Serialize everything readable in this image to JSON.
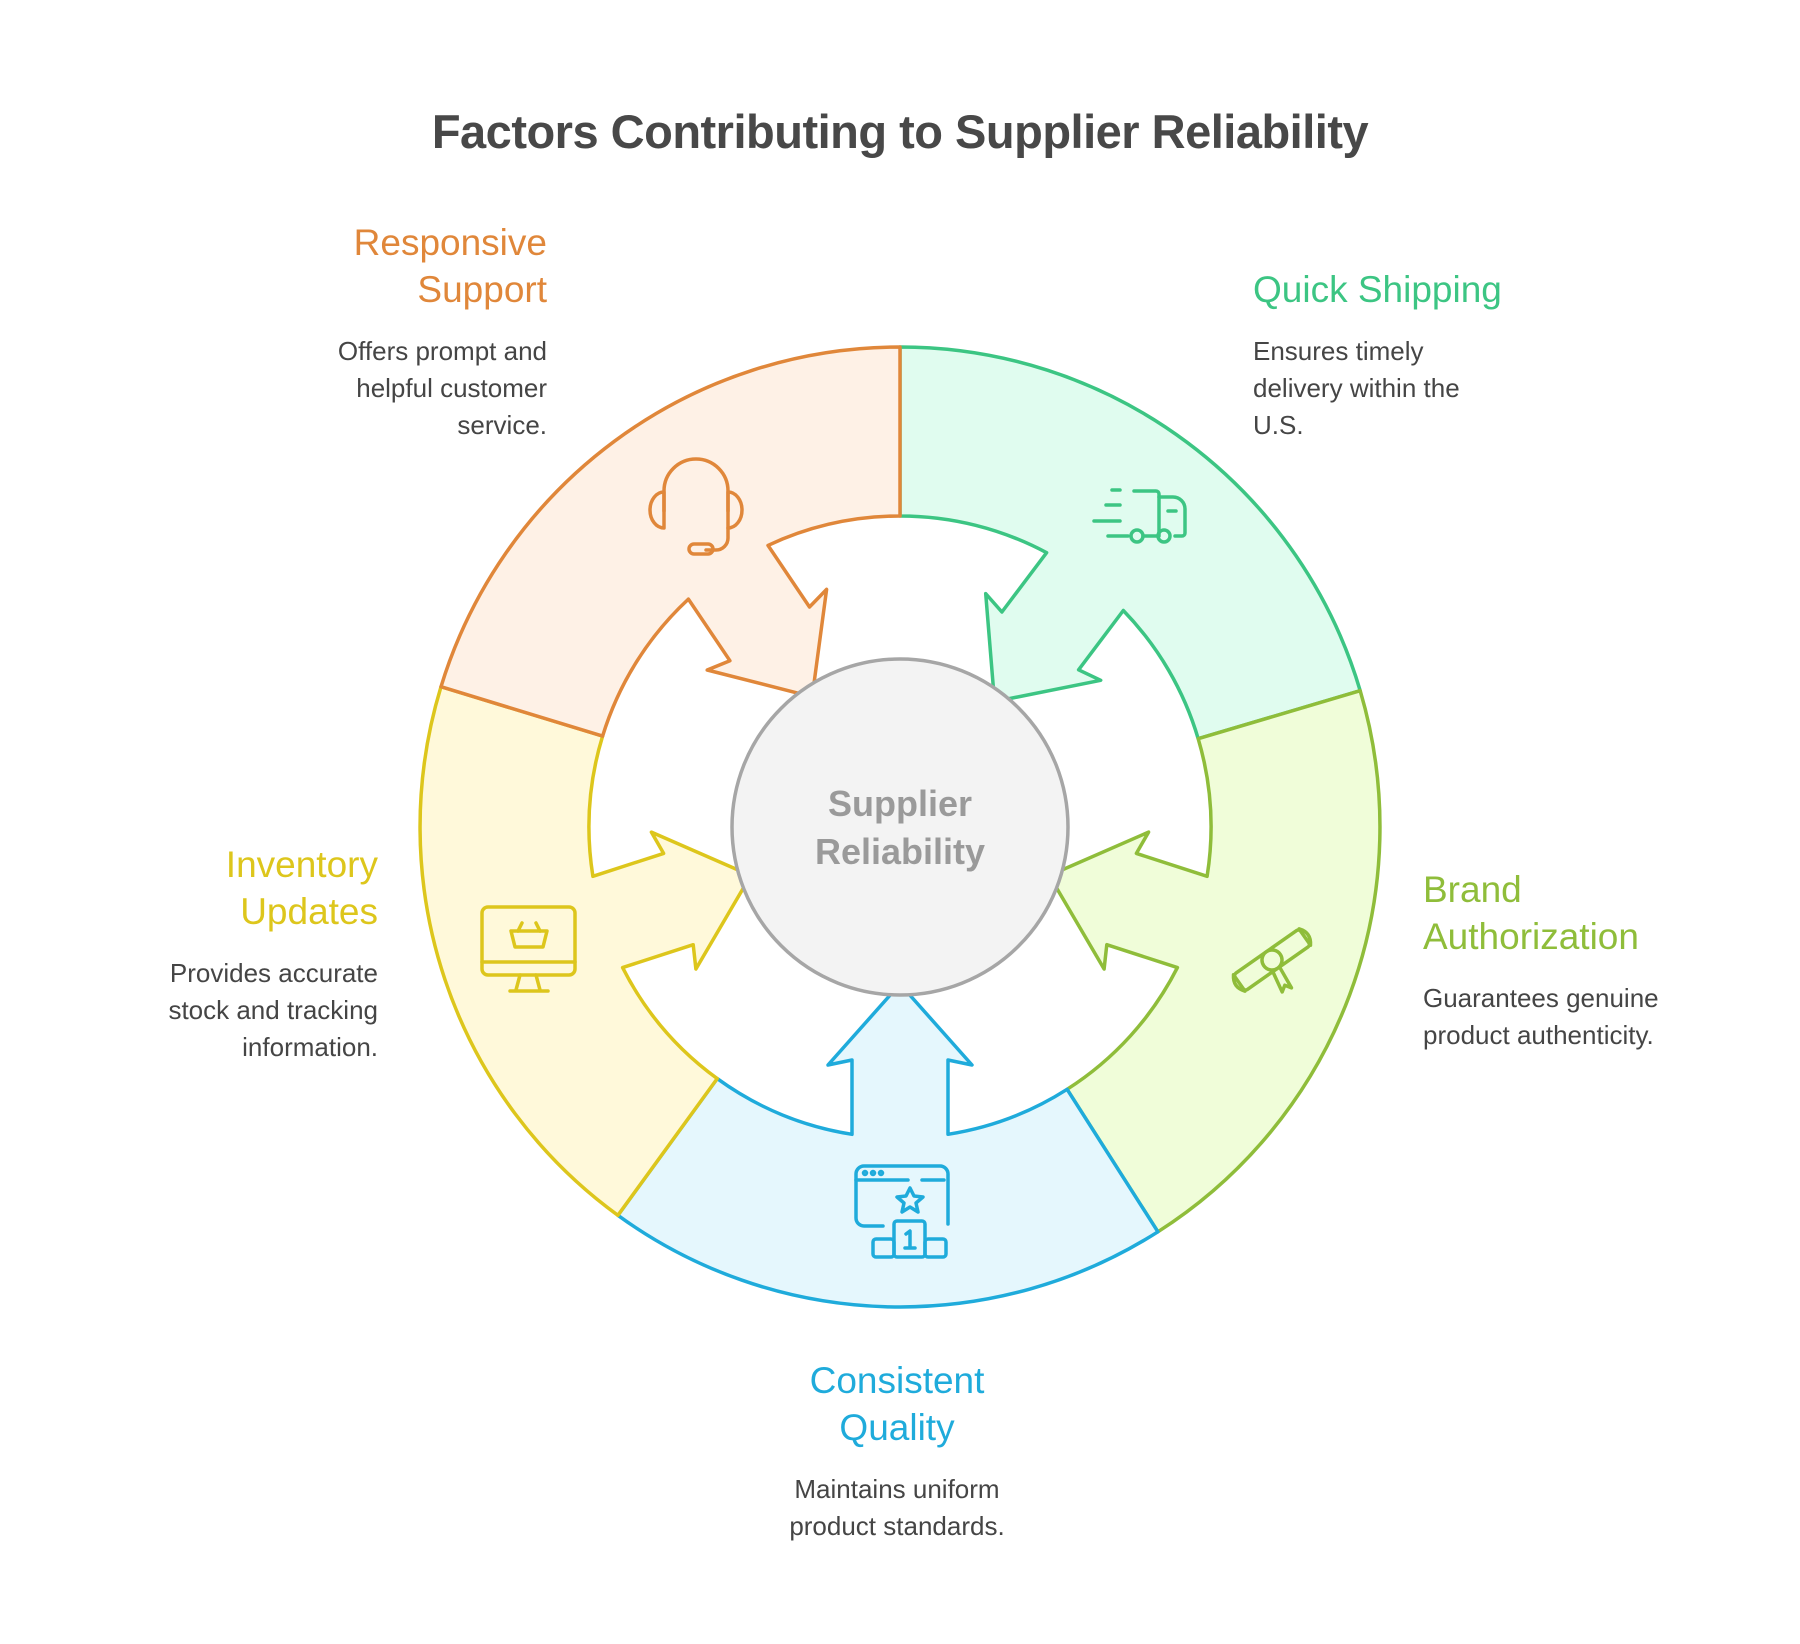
{
  "title": "Factors Contributing to Supplier Reliability",
  "center": {
    "line1": "Supplier",
    "line2": "Reliability",
    "fill": "#F3F3F3",
    "stroke": "#A6A6A6"
  },
  "factors": [
    {
      "id": "quick-shipping",
      "title_line1": "Quick Shipping",
      "title_line2": "",
      "description": [
        "Ensures timely",
        "delivery within the",
        "U.S."
      ],
      "icon": "truck-icon",
      "stroke": "#3CC583",
      "fill": "#E0FCEF"
    },
    {
      "id": "brand-authorization",
      "title_line1": "Brand",
      "title_line2": "Authorization",
      "description": [
        "Guarantees genuine",
        "product authenticity."
      ],
      "icon": "diploma-icon",
      "stroke": "#8FBD3A",
      "fill": "#F0FDD9"
    },
    {
      "id": "consistent-quality",
      "title_line1": "Consistent",
      "title_line2": "Quality",
      "description": [
        "Maintains uniform",
        "product standards."
      ],
      "icon": "podium-star-icon",
      "stroke": "#1FABDB",
      "fill": "#E5F7FD"
    },
    {
      "id": "inventory-updates",
      "title_line1": "Inventory",
      "title_line2": "Updates",
      "description": [
        "Provides accurate",
        "stock and tracking",
        "information."
      ],
      "icon": "monitor-basket-icon",
      "stroke": "#DDC61C",
      "fill": "#FFF9DA"
    },
    {
      "id": "responsive-support",
      "title_line1": "Responsive",
      "title_line2": "Support",
      "description": [
        "Offers prompt and",
        "helpful customer",
        "service."
      ],
      "icon": "headset-icon",
      "stroke": "#E0873A",
      "fill": "#FEF1E6"
    }
  ]
}
